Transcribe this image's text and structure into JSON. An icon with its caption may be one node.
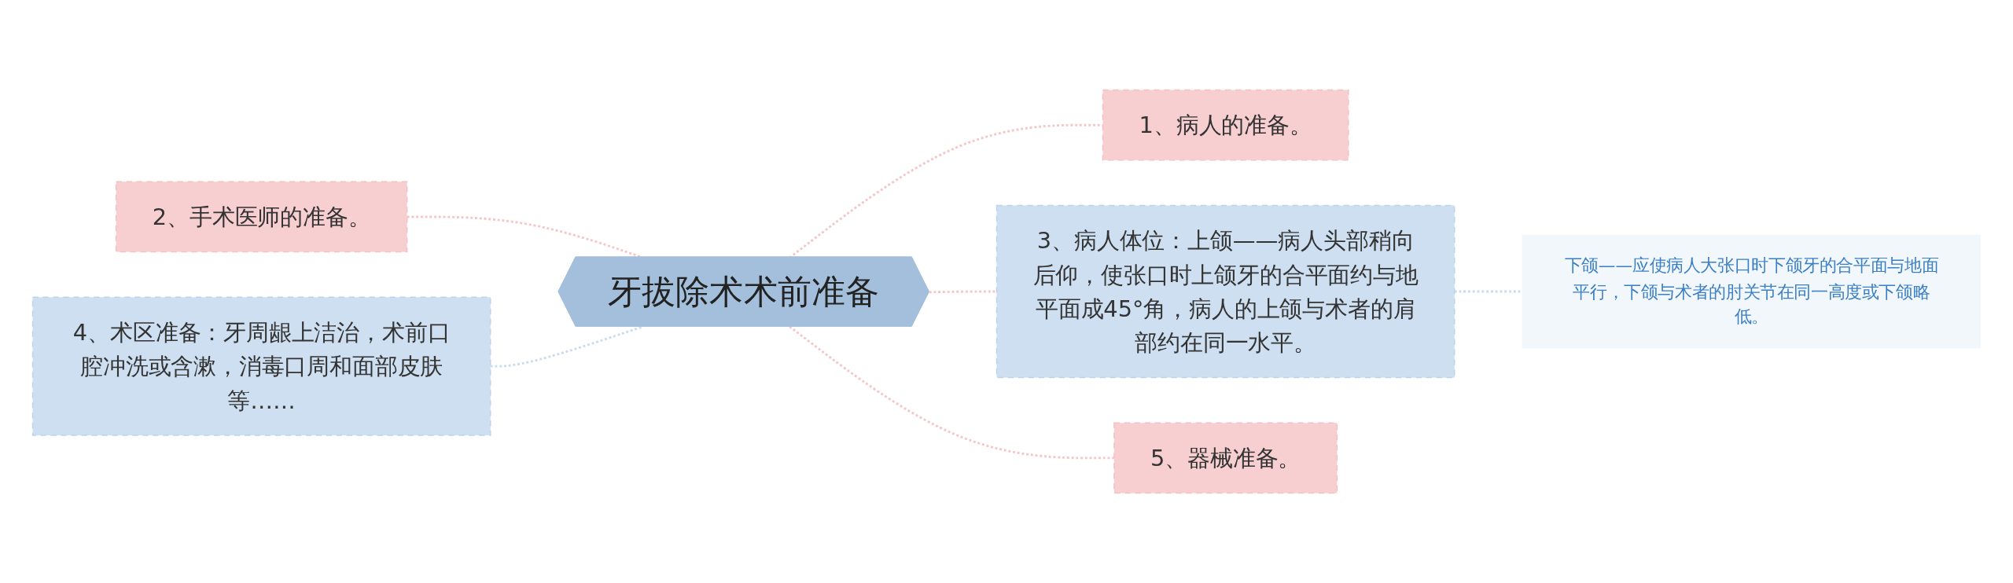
{
  "diagram": {
    "nodes": [
      {
        "text": [
          "牙拔除术术前准备"
        ]
      },
      {
        "text": [
          "2、手术医师的准备。"
        ]
      },
      {
        "text": [
          "4、术区准备：牙周龈上洁治，术前口腔冲洗或含漱，消毒口周和面部皮肤等……"
        ]
      },
      {
        "text": [
          "1、病人的准备。"
        ]
      },
      {
        "text": [
          "3、病人体位：上颌——病人头部稍向后仰，使张口时上颌牙的合平面约与地平面成45°角，病人的上颌与术者的肩部约在同一水平。"
        ]
      },
      {
        "text": [
          "下颌——应使病人大张口时下颌牙的合平面与地面平行，下颌与术者的肘关节在同一高度或下颌略低。"
        ]
      },
      {
        "text": [
          "5、器械准备。"
        ]
      }
    ],
    "edges": [
      {
        "from": 0,
        "to": 1,
        "arrow": "none",
        "style": "dashed",
        "color": "#f4c6c8"
      },
      {
        "from": 0,
        "to": 2,
        "arrow": "none",
        "style": "dashed",
        "color": "#c9dcee"
      },
      {
        "from": 0,
        "to": 3,
        "arrow": "none",
        "style": "dashed",
        "color": "#f4c6c8"
      },
      {
        "from": 0,
        "to": 4,
        "arrow": "none",
        "style": "dashed",
        "color": "#f4c6c8"
      },
      {
        "from": 4,
        "to": 5,
        "arrow": "none",
        "style": "dashed",
        "color": "#c9dcee"
      },
      {
        "from": 0,
        "to": 6,
        "arrow": "none",
        "style": "dashed",
        "color": "#f4c6c8"
      }
    ]
  }
}
